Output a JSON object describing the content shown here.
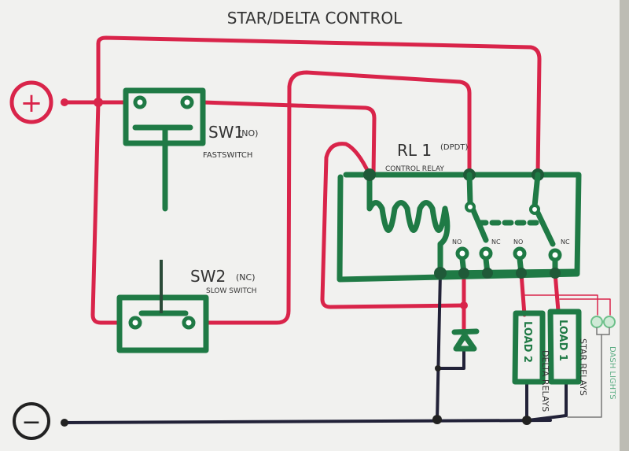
{
  "title": "STAR/DELTA CONTROL",
  "supply": {
    "positive": "+",
    "negative": "−"
  },
  "sw1": {
    "name": "SW1",
    "type": "(NO)",
    "desc": "FASTSWITCH"
  },
  "sw2": {
    "name": "SW2",
    "type": "(NC)",
    "desc": "SLOW SWITCH"
  },
  "relay": {
    "name": "RL 1",
    "type": "(DPDT)",
    "desc": "CONTROL RELAY",
    "contacts": [
      "NO",
      "NC",
      "NO",
      "NC"
    ]
  },
  "loads": [
    {
      "label": "LOAD 2"
    },
    {
      "label": "LOAD 1"
    }
  ],
  "notes": {
    "delta": "DELTA RELAYS",
    "star": "STAR RELAYS",
    "dash": "DASH LIGHTS"
  },
  "colors": {
    "positive_wire": "#d9244a",
    "component": "#1f7a45",
    "negative_wire": "#222238",
    "paper": "#f1f1ef"
  }
}
